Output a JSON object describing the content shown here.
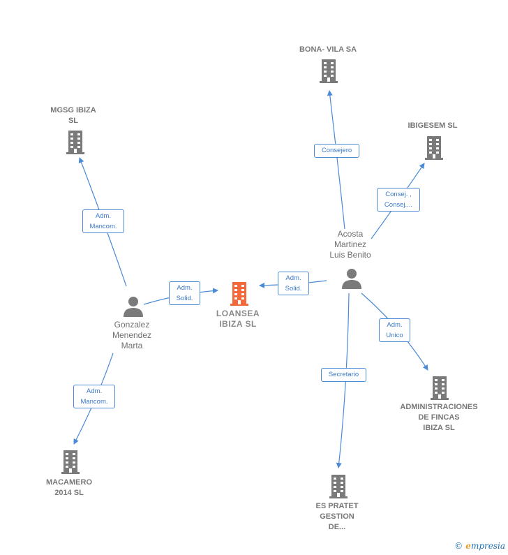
{
  "colors": {
    "edge": "#4a8ad6",
    "node_gray": "#7a7a7a",
    "focus": "#f26a3b"
  },
  "nodes": {
    "bona_vila": {
      "label": "BONA- VILA SA",
      "icon": "building-icon"
    },
    "mgsg_ibiza": {
      "label": "MGSG IBIZA\nSL",
      "icon": "building-icon"
    },
    "ibigesem": {
      "label": "IBIGESEM SL",
      "icon": "building-icon"
    },
    "acosta": {
      "label": "Acosta\nMartinez\nLuis Benito",
      "icon": "person-icon"
    },
    "loansea": {
      "label": "LOANSEA\nIBIZA  SL",
      "icon": "building-icon"
    },
    "gonzalez": {
      "label": "Gonzalez\nMenendez\nMarta",
      "icon": "person-icon"
    },
    "administraciones": {
      "label": "ADMINISTRACIONES\nDE FINCAS\nIBIZA SL",
      "icon": "building-icon"
    },
    "macamero": {
      "label": "MACAMERO\n2014  SL",
      "icon": "building-icon"
    },
    "es_pratet": {
      "label": "ES PRATET\nGESTION\nDE...",
      "icon": "building-icon"
    }
  },
  "edges": {
    "acosta_bona": "Consejero",
    "acosta_ibigesem": "Consej. ,\nConsej....",
    "gonzalez_mgsg": "Adm.\nMancom.",
    "acosta_loansea": "Adm.\nSolid.",
    "gonzalez_loansea": "Adm.\nSolid.",
    "acosta_administraciones": "Adm.\nUnico",
    "gonzalez_macamero": "Adm.\nMancom.",
    "acosta_pratet": "Secretario"
  },
  "footer": {
    "copyright": "©",
    "brand_e": "e",
    "brand_rest": "mpresia"
  }
}
